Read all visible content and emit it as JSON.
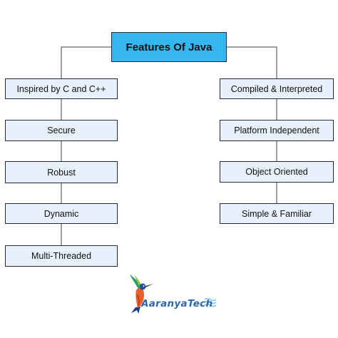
{
  "diagram": {
    "title": "Features Of Java",
    "left_features": [
      "Inspired by C and C++",
      "Secure",
      "Robust",
      "Dynamic",
      "Multi-Threaded"
    ],
    "right_features": [
      "Compiled & Interpreted",
      "Platform Independent",
      "Object Oriented",
      "Simple & Familiar"
    ]
  },
  "logo": {
    "text": "AaranyaTech",
    "icon": "hummingbird-icon"
  },
  "colors": {
    "root_fill": "#35b6f0",
    "node_fill": "#e8f0fb",
    "border": "#22293a",
    "logo_text": "#2b66b3"
  }
}
